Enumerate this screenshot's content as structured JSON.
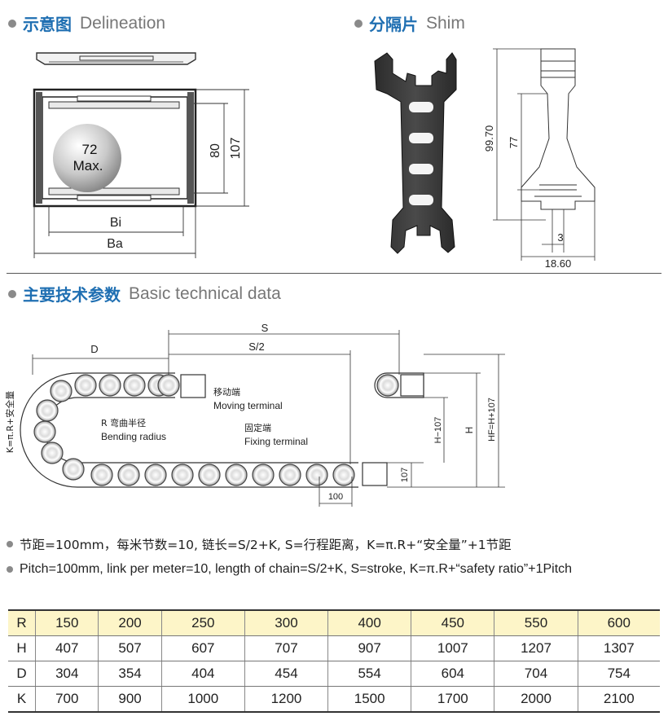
{
  "sections": {
    "delineation": {
      "zh": "示意图",
      "en": "Delineation"
    },
    "shim": {
      "zh": "分隔片",
      "en": "Shim"
    },
    "basic": {
      "zh": "主要技术参数",
      "en": "Basic technical data"
    }
  },
  "delineation_labels": {
    "ball_value": "72",
    "ball_suffix": "Max.",
    "inner_height": "80",
    "outer_height": "107",
    "bi": "Bi",
    "ba": "Ba"
  },
  "shim_labels": {
    "total_height": "99.70",
    "mid_height": "77",
    "slot_width": "3",
    "base_width": "18.60"
  },
  "chain_labels": {
    "s": "S",
    "s_half": "S/2",
    "d": "D",
    "k_formula": "K=π.R+安全量",
    "moving_zh": "移动端",
    "moving_en": "Moving terminal",
    "radius_zh": "R 弯曲半径",
    "radius_en": "Bending radius",
    "fixing_zh": "固定端",
    "fixing_en": "Fixing terminal",
    "h107": "107",
    "pitch": "100",
    "h_minus": "H−107",
    "h": "H",
    "hf": "HF=H+107"
  },
  "notes": {
    "zh": "节距=100mm，每米节数=10, 链长=S/2+K, S=行程距离，K=π.R+“安全量”+1节距",
    "en": "Pitch=100mm, link per meter=10, length of chain=S/2+K, S=stroke, K=π.R+“safety ratio”+1Pitch"
  },
  "table": {
    "rows": [
      {
        "label": "R",
        "values": [
          "150",
          "200",
          "250",
          "300",
          "400",
          "450",
          "550",
          "600"
        ]
      },
      {
        "label": "H",
        "values": [
          "407",
          "507",
          "607",
          "707",
          "907",
          "1007",
          "1207",
          "1307"
        ]
      },
      {
        "label": "D",
        "values": [
          "304",
          "354",
          "404",
          "454",
          "554",
          "604",
          "704",
          "754"
        ]
      },
      {
        "label": "K",
        "values": [
          "700",
          "900",
          "1000",
          "1200",
          "1500",
          "1700",
          "2000",
          "2100"
        ]
      }
    ]
  },
  "colors": {
    "heading_blue": "#1f6fb2",
    "table_header_bg": "#fdf5c8"
  }
}
